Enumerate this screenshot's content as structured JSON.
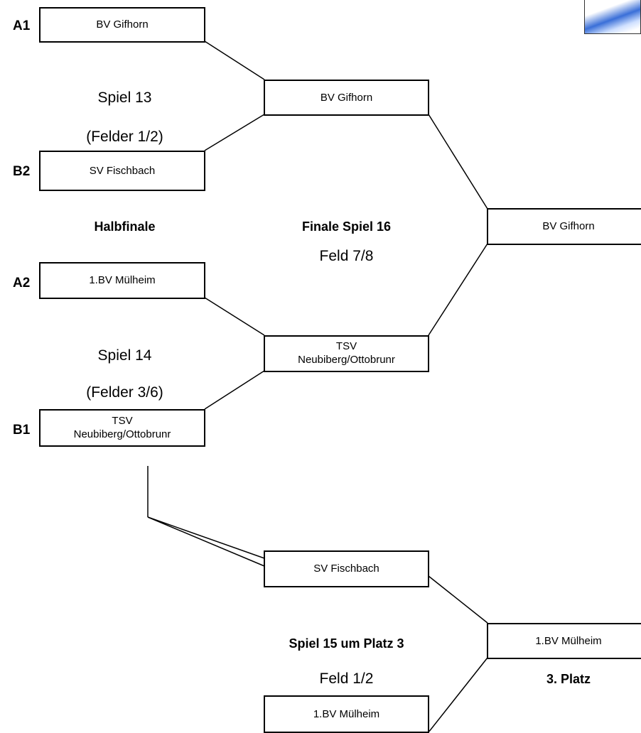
{
  "seeds": {
    "a1": "A1",
    "b2": "B2",
    "a2": "A2",
    "b1": "B1"
  },
  "semifinal1": {
    "team_top": "BV Gifhorn",
    "team_bottom": "SV Fischbach",
    "game": "Spiel 13",
    "courts": "(Felder 1/2)",
    "winner": "BV Gifhorn"
  },
  "round_label": "Halbfinale",
  "semifinal2": {
    "team_top": "1.BV Mülheim",
    "team_bottom_line1": "TSV",
    "team_bottom_line2": "Neubiberg/Ottobrunr",
    "game": "Spiel 14",
    "courts": "(Felder 3/6)",
    "winner_line1": "TSV",
    "winner_line2": "Neubiberg/Ottobrunr"
  },
  "final": {
    "title": "Finale Spiel 16",
    "court": "Feld 7/8",
    "champion": "BV Gifhorn"
  },
  "third_place": {
    "team_top": "SV Fischbach",
    "team_bottom": "1.BV Mülheim",
    "title": "Spiel 15 um Platz 3",
    "court": "Feld 1/2",
    "winner": "1.BV Mülheim",
    "place_label": "3. Platz"
  },
  "logo_name": "club-logo"
}
